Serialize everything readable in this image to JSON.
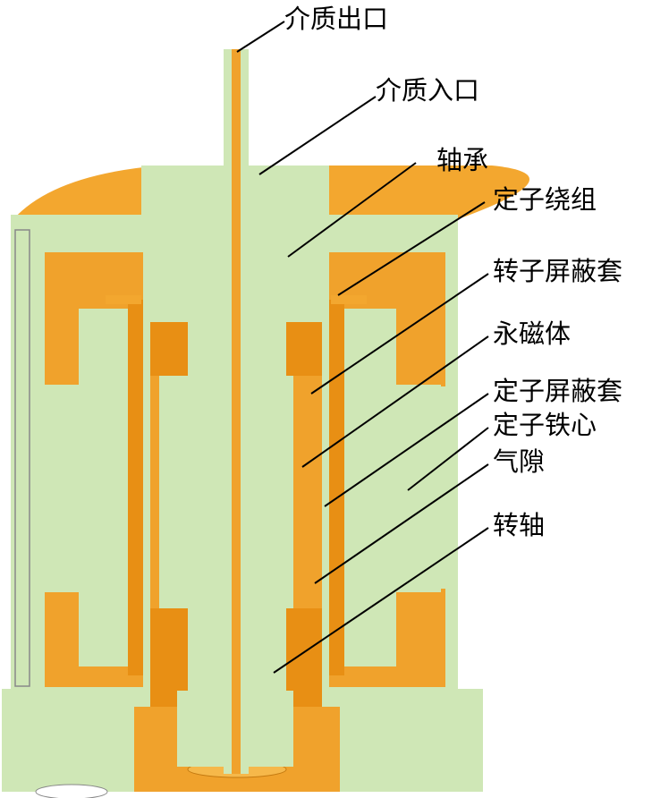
{
  "colors": {
    "green": "#cfe7b6",
    "orange": "#f0a22c",
    "orange_dark": "#e88f14",
    "orange_light": "#f6b84a",
    "outline": "#3a3a3a",
    "label_text": "#000000",
    "background": "#ffffff"
  },
  "labels": {
    "medium_outlet": "介质出口",
    "medium_inlet": "介质入口",
    "bearing": "轴承",
    "stator_winding": "定子绕组",
    "rotor_shield_sleeve": "转子屏蔽套",
    "permanent_magnet": "永磁体",
    "stator_shield_sleeve": "定子屏蔽套",
    "stator_core": "定子铁心",
    "air_gap": "气隙",
    "shaft": "转轴"
  }
}
